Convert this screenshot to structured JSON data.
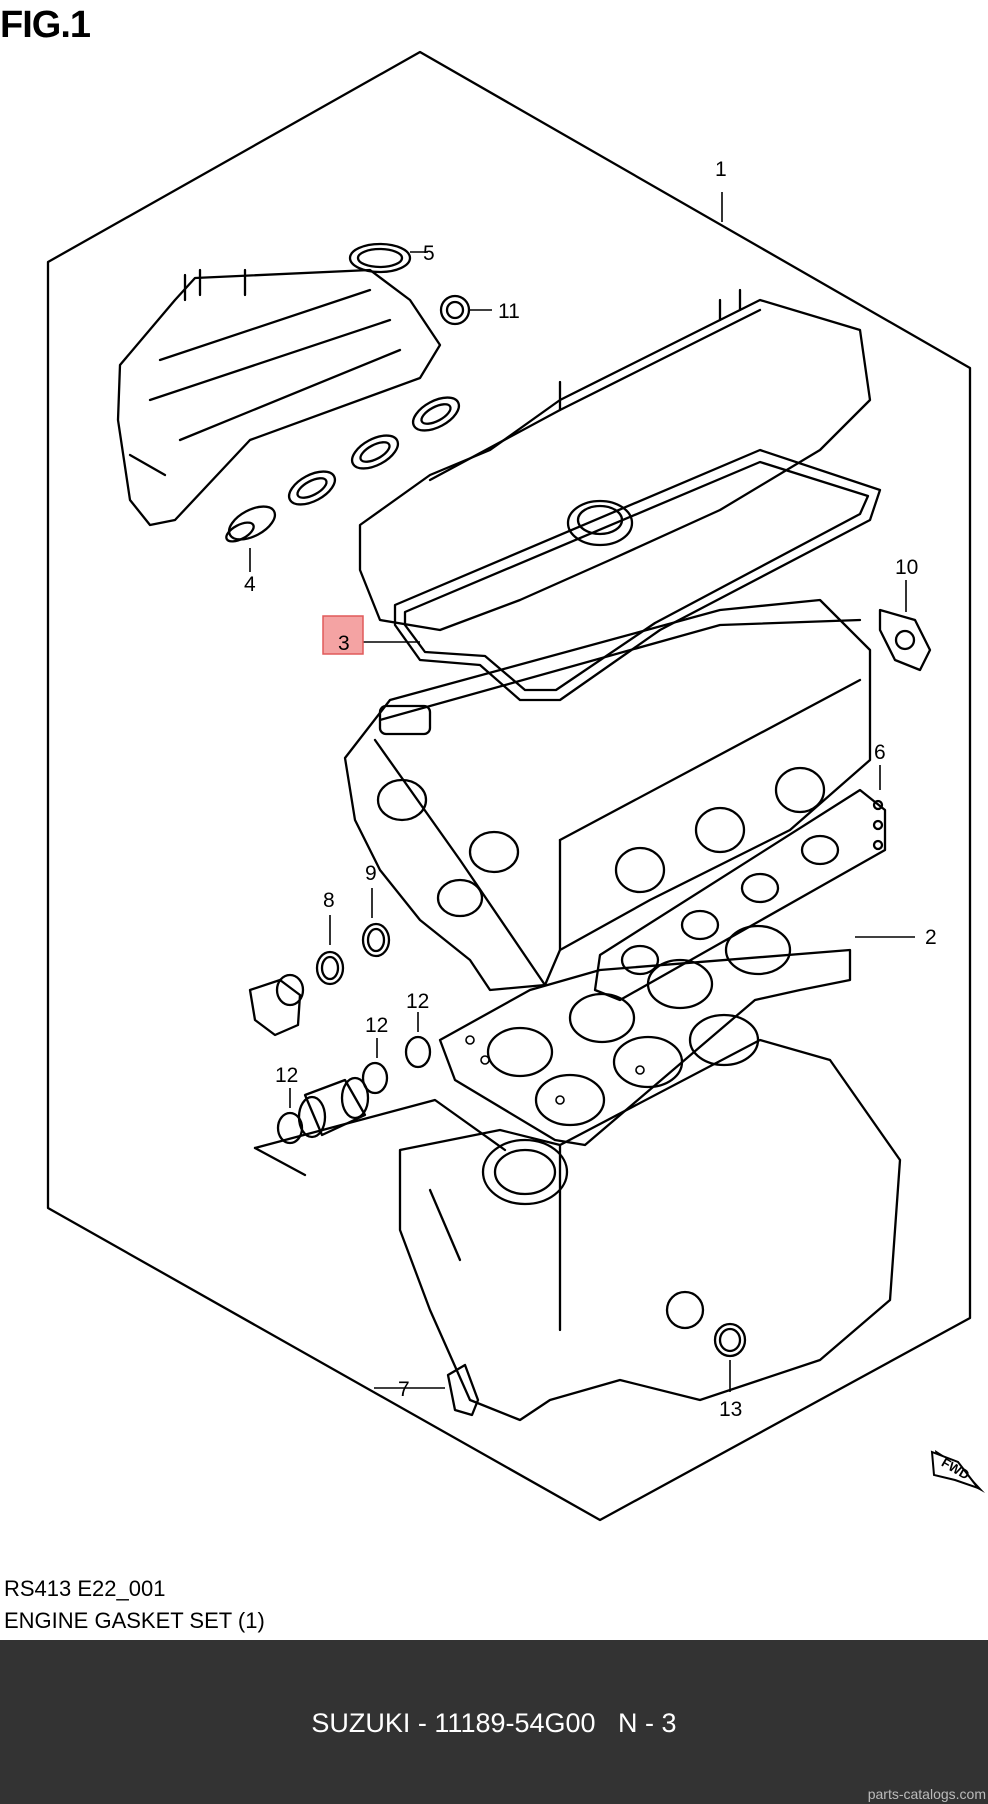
{
  "figure_label": "FIG.1",
  "diagram": {
    "callouts": [
      {
        "id": "c1",
        "label": "1"
      },
      {
        "id": "c2",
        "label": "2"
      },
      {
        "id": "c3",
        "label": "3",
        "highlighted": true
      },
      {
        "id": "c4",
        "label": "4"
      },
      {
        "id": "c5",
        "label": "5"
      },
      {
        "id": "c6",
        "label": "6"
      },
      {
        "id": "c7",
        "label": "7"
      },
      {
        "id": "c8",
        "label": "8"
      },
      {
        "id": "c9",
        "label": "9"
      },
      {
        "id": "c10",
        "label": "10"
      },
      {
        "id": "c11",
        "label": "11"
      },
      {
        "id": "c12a",
        "label": "12"
      },
      {
        "id": "c12b",
        "label": "12"
      },
      {
        "id": "c12c",
        "label": "12"
      },
      {
        "id": "c13",
        "label": "13"
      }
    ],
    "fwd_label": "FWD",
    "highlight_color": "#f4a3a3"
  },
  "caption": {
    "code": "RS413 E22_001",
    "title": "ENGINE GASKET SET (1)"
  },
  "footer": {
    "text": "SUZUKI - 11189-54G00   N - 3",
    "background": "#333333",
    "watermark": "parts-catalogs.com"
  }
}
